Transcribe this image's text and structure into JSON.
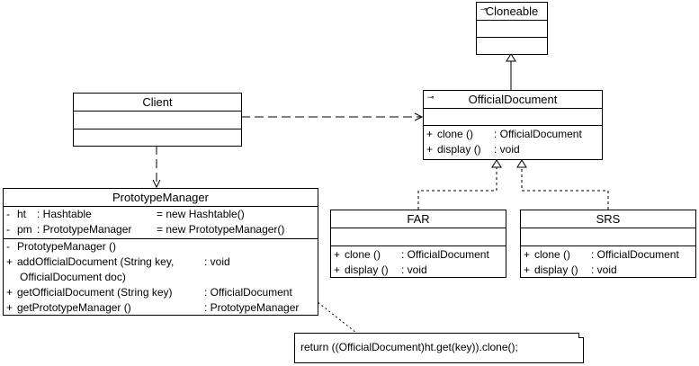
{
  "cloneable": {
    "name": "Cloneable",
    "icon": "interface-icon"
  },
  "official_document": {
    "name": "OfficialDocument",
    "icon": "interface-icon",
    "operations": [
      {
        "vis": "+",
        "name": "clone ()",
        "type": ": OfficialDocument"
      },
      {
        "vis": "+",
        "name": "display ()",
        "type": ": void"
      }
    ]
  },
  "far": {
    "name": "FAR",
    "operations": [
      {
        "vis": "+",
        "name": "clone ()",
        "type": ": OfficialDocument"
      },
      {
        "vis": "+",
        "name": "display ()",
        "type": ": void"
      }
    ]
  },
  "srs": {
    "name": "SRS",
    "operations": [
      {
        "vis": "+",
        "name": "clone ()",
        "type": ": OfficialDocument"
      },
      {
        "vis": "+",
        "name": "display ()",
        "type": ": void"
      }
    ]
  },
  "client": {
    "name": "Client"
  },
  "prototype_manager": {
    "name": "PrototypeManager",
    "attributes": [
      {
        "vis": "-",
        "name": "ht",
        "type": ": Hashtable",
        "init": "= new Hashtable()"
      },
      {
        "vis": "-",
        "name": "pm",
        "type": ": PrototypeManager",
        "init": "= new PrototypeManager()"
      }
    ],
    "operations": [
      {
        "vis": "-",
        "name": "PrototypeManager ()",
        "type": ""
      },
      {
        "vis": "+",
        "name": "addOfficialDocument (String key,",
        "type": ": void"
      },
      {
        "vis": "",
        "name": "OfficialDocument doc)",
        "type": ""
      },
      {
        "vis": "+",
        "name": "getOfficialDocument (String key)",
        "type": ": OfficialDocument"
      },
      {
        "vis": "+",
        "name": "getPrototypeManager ()",
        "type": ": PrototypeManager"
      }
    ]
  },
  "note": {
    "text": "return ((OfficialDocument)ht.get(key)).clone();"
  }
}
